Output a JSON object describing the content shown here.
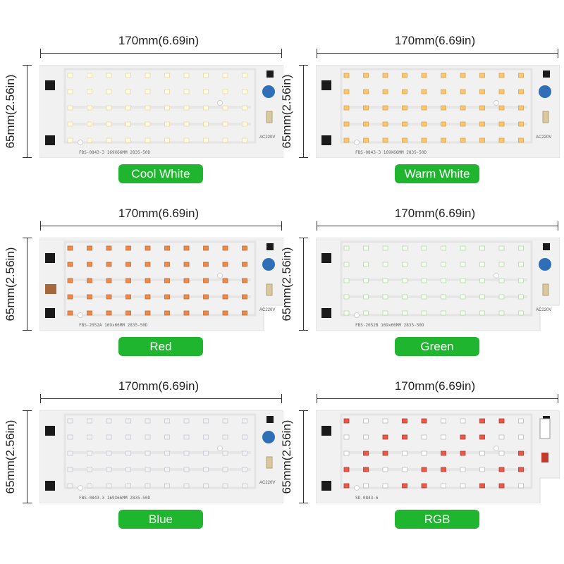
{
  "dimension_width": "170mm(6.69in)",
  "dimension_height": "65mm(2.56in)",
  "board_printed_voltage": "AC220V",
  "panels": [
    {
      "label": "Cool White",
      "led_color": "#fffbe6",
      "led_edge": "#e8d9a0",
      "board_code": "FBS-0843-3  169X66MM  2835-50D"
    },
    {
      "label": "Warm White",
      "led_color": "#f7c873",
      "led_edge": "#e0a245",
      "board_code": "FBS-0843-3  169X66MM  2835-50D"
    },
    {
      "label": "Red",
      "led_color": "#e98a4e",
      "led_edge": "#c86a2e",
      "board_code": "FBS-2052A  169x66MM  2835-50D"
    },
    {
      "label": "Green",
      "led_color": "#f4fff0",
      "led_edge": "#b8d8b0",
      "board_code": "FBS-2052B  169x66MM  2835-50D"
    },
    {
      "label": "Blue",
      "led_color": "#f2f2f4",
      "led_edge": "#c8c8d0",
      "board_code": "FBS-0843-3  169X66MM  2835-50D"
    },
    {
      "label": "RGB",
      "led_color": "#ffffff",
      "led_edge": "#cccccc",
      "board_code": "SD-0843-6"
    }
  ],
  "colors": {
    "accent_green": "#1fb52e",
    "pcb": "#f1f1f1",
    "capacitor": "#2f6fb8"
  }
}
